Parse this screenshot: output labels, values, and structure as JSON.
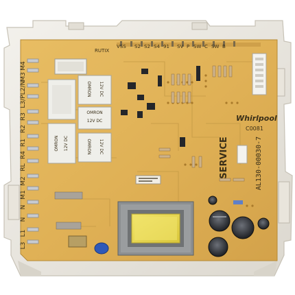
{
  "board": {
    "brand": "Whirlpool",
    "service_label": "SERVICE",
    "part_number": "AL130-00030-7",
    "model_code": "C0081",
    "top_connector_labels": [
      "RUTIX",
      "VSS",
      "S2",
      "S2",
      "S4",
      "91",
      "SV",
      "P",
      "SW",
      "C",
      "SW",
      "B"
    ],
    "left_connector_labels": [
      "M4",
      "M3",
      "L2/N",
      "L3/P",
      "R3",
      "R2",
      "R1",
      "R4",
      "RL",
      "M2",
      "M1",
      "N",
      "N",
      "L1",
      "L3"
    ],
    "relays": [
      {
        "brand": "OMRON",
        "rating": "12V DC"
      },
      {
        "brand": "OMRON",
        "rating": "12V DC"
      },
      {
        "brand": "OMRON",
        "rating": "12V DC"
      },
      {
        "brand": "OMRON",
        "rating": "12V DC"
      }
    ],
    "colors": {
      "pcb": "#e3b45a",
      "frame": "#ece9e2",
      "relay": "#efefea",
      "transformer_core": "#8c8f91",
      "transformer_coil": "#e8d84a",
      "capacitor": "#2a2c30",
      "trace": "#b8862e"
    }
  }
}
